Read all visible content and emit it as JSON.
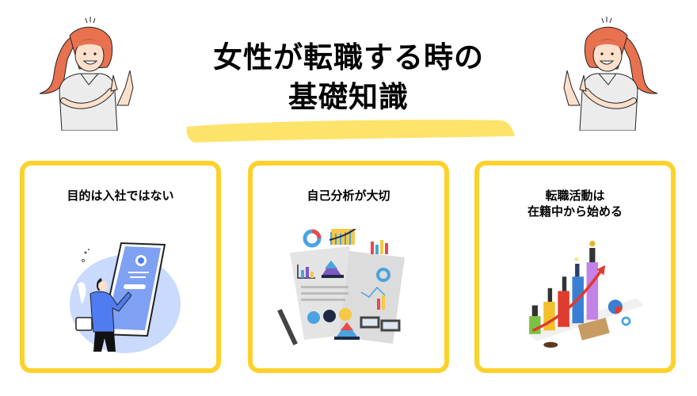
{
  "header": {
    "title_line1": "女性が転職する時の",
    "title_line2": "基礎知識",
    "underline_color": "#fde36a"
  },
  "decorations": {
    "left_character": "woman-pointing-icon",
    "right_character": "woman-pointing-icon",
    "hair_color": "#e8714f",
    "shirt_color": "#ececec"
  },
  "cards": [
    {
      "title_lines": [
        "目的は入社ではない"
      ],
      "illustration": "man-tapping-tablet-profile-icon"
    },
    {
      "title_lines": [
        "自己分析が大切"
      ],
      "illustration": "analysis-documents-charts-icon"
    },
    {
      "title_lines": [
        "転職活動は",
        "在籍中から始める"
      ],
      "illustration": "growth-bar-chart-people-icon"
    }
  ],
  "colors": {
    "card_border": "#fdd12a",
    "accent_blue": "#4f7cf0",
    "light_blue": "#c9dafd"
  }
}
